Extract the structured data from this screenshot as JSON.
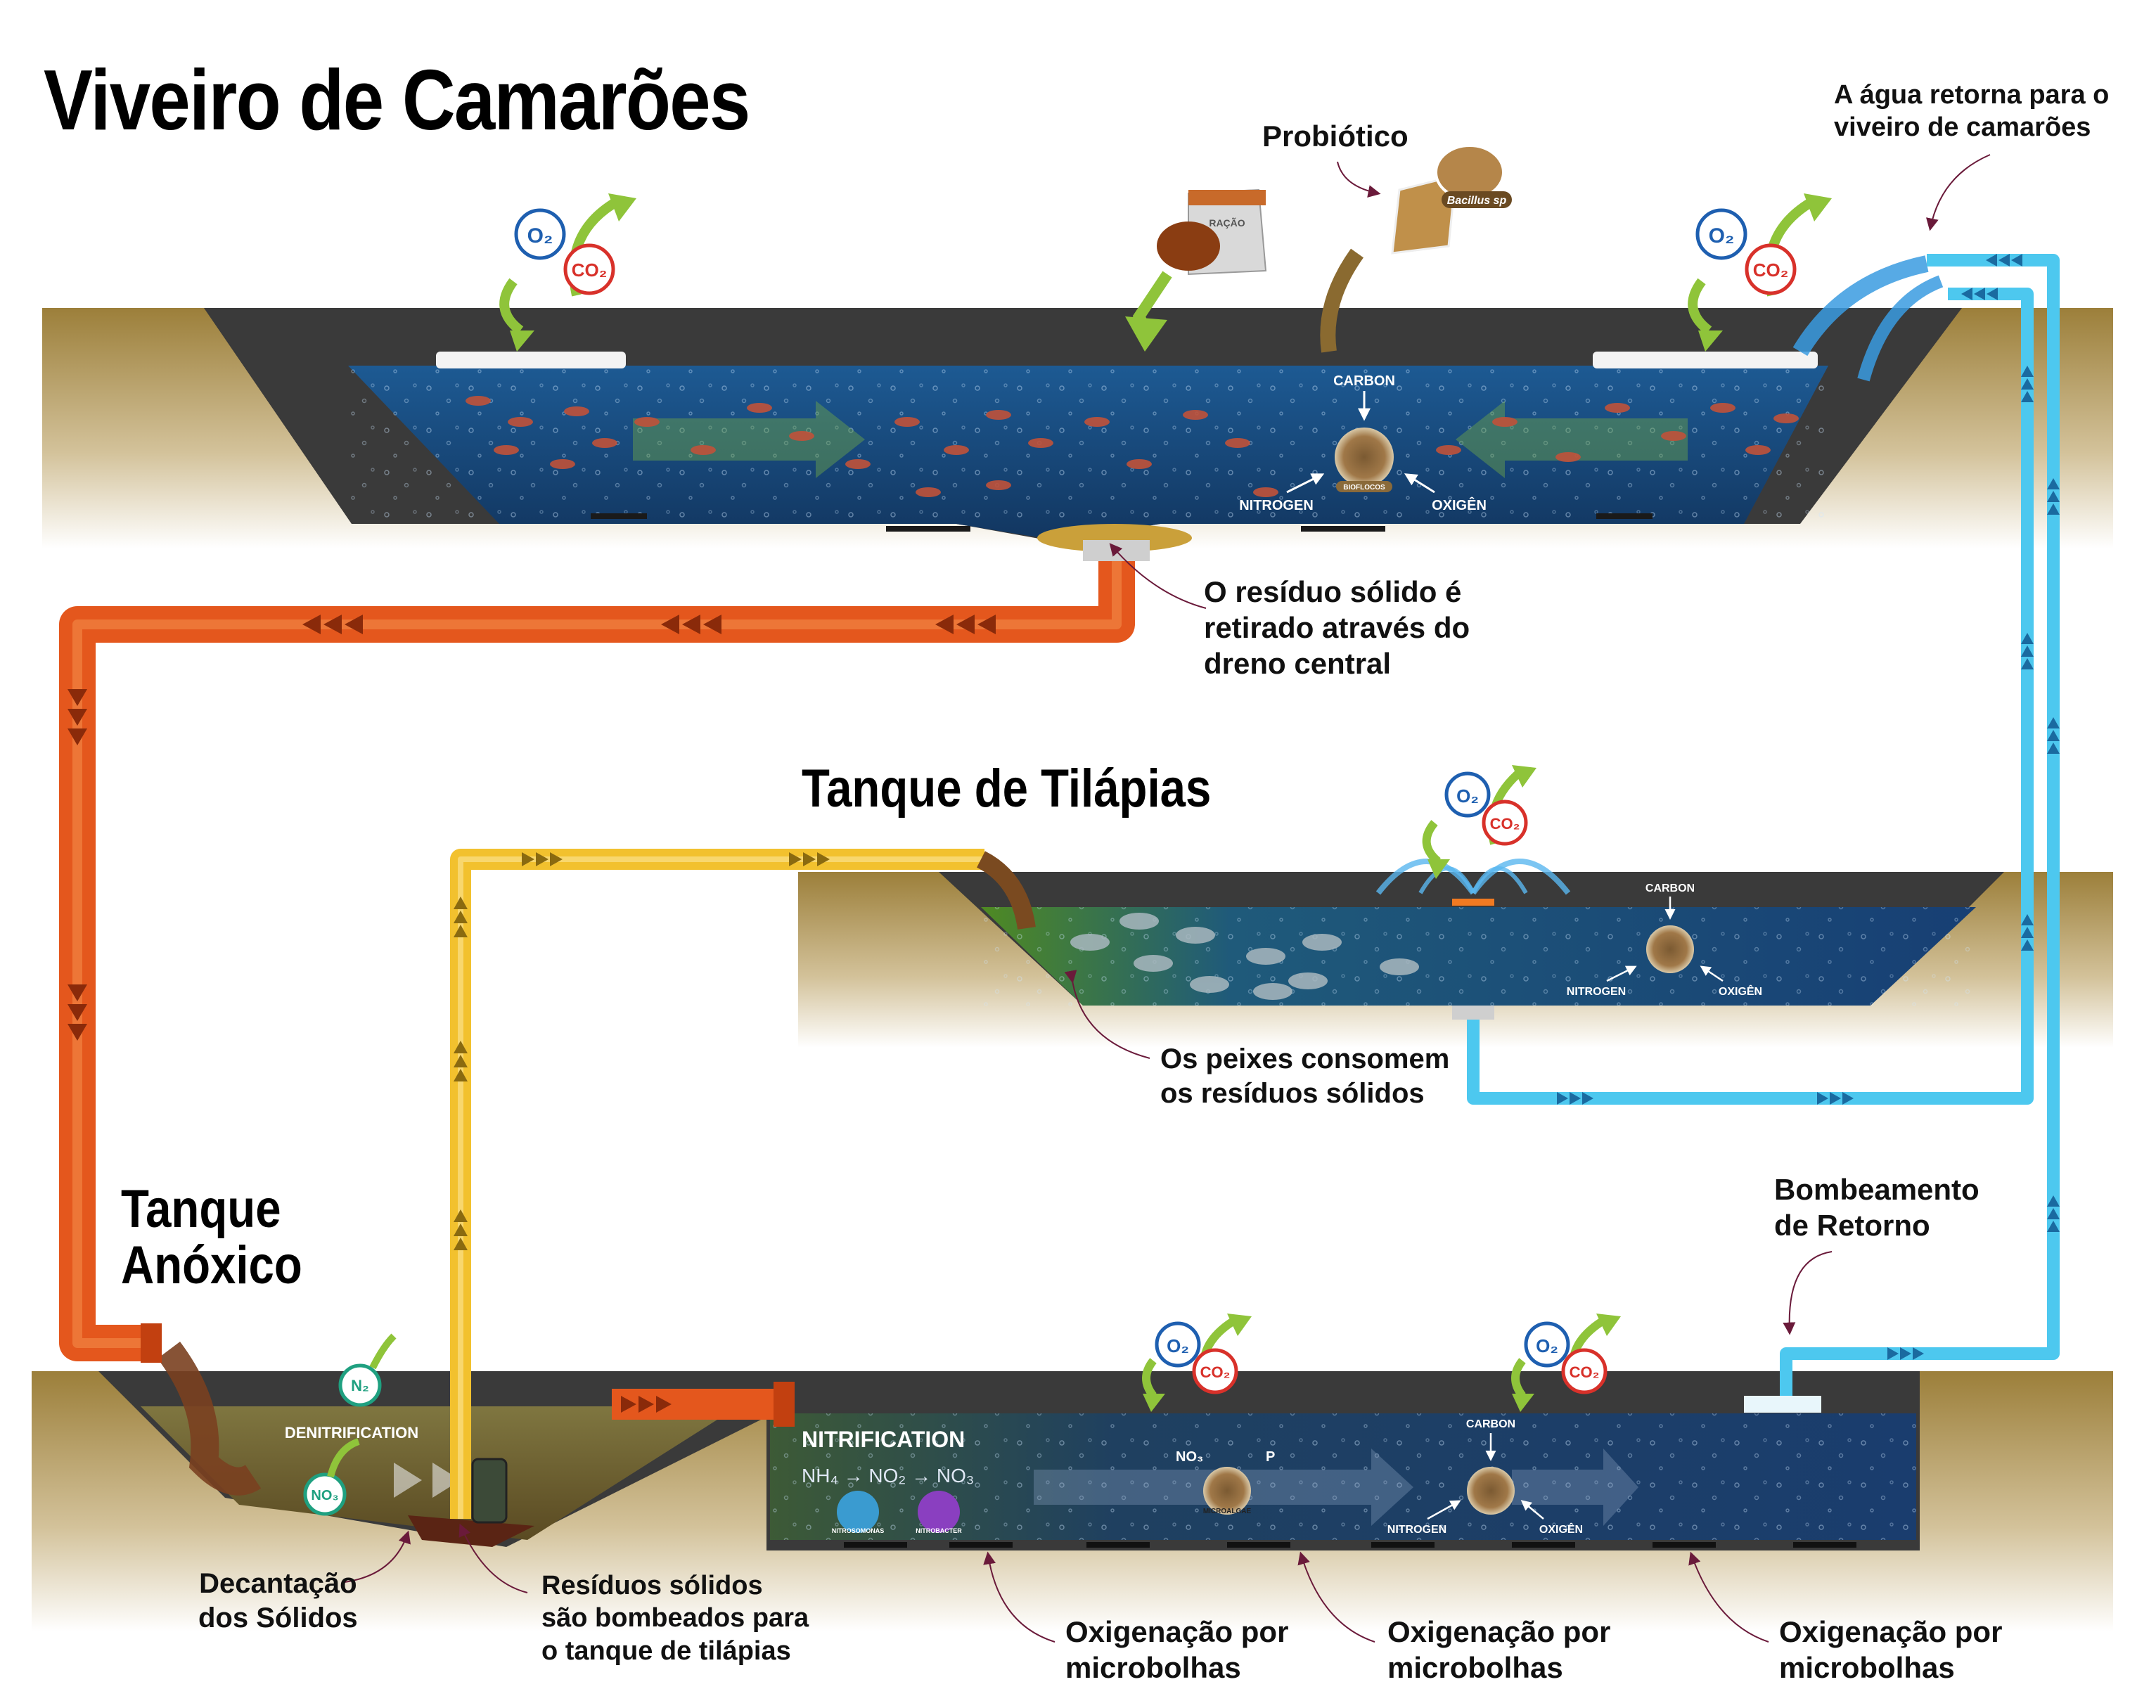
{
  "titles": {
    "shrimp_pond": "Viveiro de Camarões",
    "tilapia_tank": "Tanque de Tilápias",
    "anoxic_tank": [
      "Tanque",
      "Anóxico"
    ]
  },
  "labels": {
    "probiotic": "Probiótico",
    "bacillus": "Bacillus sp",
    "feed_bag": "RAÇÃO",
    "water_returns": [
      "A água retorna para o",
      "viveiro de camarões"
    ],
    "solid_waste_drain": [
      "O resíduo sólido é",
      "retirado através do",
      "dreno central"
    ],
    "fish_consume": [
      "Os peixes consomem",
      "os resíduos sólidos"
    ],
    "return_pumping": [
      "Bombeamento",
      "de Retorno"
    ],
    "decantation": [
      "Decantação",
      "dos Sólidos"
    ],
    "solids_pumped": [
      "Resíduos sólidos",
      "são bombeados para",
      "o tanque de tilápias"
    ],
    "oxygenation": [
      "Oxigenação por",
      "microbolhas"
    ]
  },
  "gases": {
    "o2": "O₂",
    "co2": "CO₂",
    "n2": "N₂",
    "no3": "NO₃"
  },
  "biofloc": {
    "carbon": "CARBON",
    "nitrogen": "NITROGEN",
    "oxygen": "OXIGÊN",
    "core": "BIOFLOCOS"
  },
  "nitrification": {
    "title": "NITRIFICATION",
    "formula": "NH₄ → NO₂ → NO₃",
    "bacteria": [
      "NITROSOMONAS",
      "NITROBACTER"
    ],
    "no3": "NO₃",
    "p": "P",
    "microalgae": "MICROALGAE"
  },
  "denitrification": "DENITRIFICATION",
  "colors": {
    "water": "#1c4f86",
    "soil": "#a88a45",
    "tank_wall": "#3a3a3a",
    "sludge_pipe": "#e4571d",
    "tilapia_pipe": "#f2c12e",
    "return_pipe": "#4dc8ef",
    "arrow_green": "#8fc43a",
    "o2": "#1e5fb0",
    "co2": "#d8312a"
  }
}
